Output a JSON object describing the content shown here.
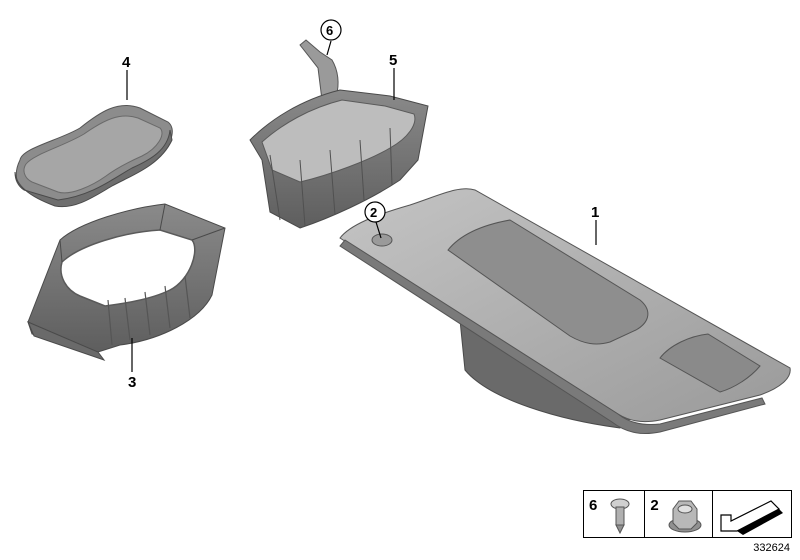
{
  "callouts": {
    "c1": "1",
    "c2": "2",
    "c3": "3",
    "c4": "4",
    "c5": "5",
    "c6": "6"
  },
  "legend": {
    "item6": "6",
    "item2": "2"
  },
  "drawing_number": "332624"
}
